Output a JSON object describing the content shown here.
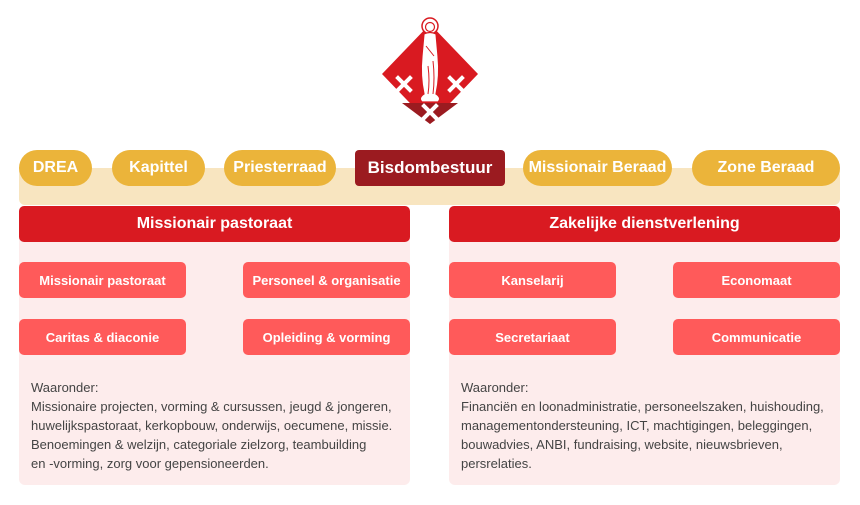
{
  "logo": {
    "name": "Bisdom logo"
  },
  "bodies": [
    {
      "label": "DREA"
    },
    {
      "label": "Kapittel"
    },
    {
      "label": "Priesterraad"
    },
    {
      "label": "Bisdombestuur"
    },
    {
      "label": "Missionair Beraad"
    },
    {
      "label": "Zone Beraad"
    }
  ],
  "columns": [
    {
      "title": "Missionair pastoraat",
      "units": [
        "Missionair pastoraat",
        "Personeel & organisatie",
        "Caritas & diaconie",
        "Opleiding & vorming"
      ],
      "description": [
        "Waaronder:",
        "Missionaire projecten, vorming & cursussen, jeugd & jongeren,",
        "huwelijkspastoraat, kerkopbouw, onderwijs, oecumene, missie.",
        "Benoemingen & welzijn, categoriale zielzorg, teambuilding",
        "en -vorming, zorg voor gepensioneerden."
      ]
    },
    {
      "title": "Zakelijke dienstverlening",
      "units": [
        "Kanselarij",
        "Economaat",
        "Secretariaat",
        "Communicatie"
      ],
      "description": [
        "Waaronder:",
        "Financiën en loonadministratie, personeelszaken, huishouding,",
        "managementondersteuning, ICT, machtigingen, beleggingen,",
        "bouwadvies, ANBI, fundraising, website, nieuwsbrieven,",
        "persrelaties."
      ]
    }
  ],
  "colors": {
    "pill": "#EBB43A",
    "band": "#F8E5C0",
    "board": "#9B1B20",
    "header": "#D91A21",
    "unit": "#FF5A5A",
    "panel": "#FDECEC"
  }
}
